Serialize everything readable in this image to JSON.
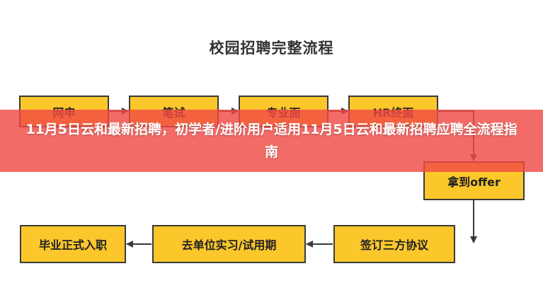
{
  "diagram": {
    "title": "校园招聘完整流程",
    "steps": [
      "网申",
      "笔试",
      "专业面",
      "HR终面",
      "拿到offer",
      "签订三方协议",
      "去单位实习/试用期",
      "毕业正式入职"
    ],
    "box_fill": "#fcc72b",
    "box_border": "#3a3a3a"
  },
  "banner": {
    "text": "11月5日云和最新招聘，初学者/进阶用户适用11月5日云和最新招聘应聘全流程指南",
    "color": "#f04a44"
  }
}
